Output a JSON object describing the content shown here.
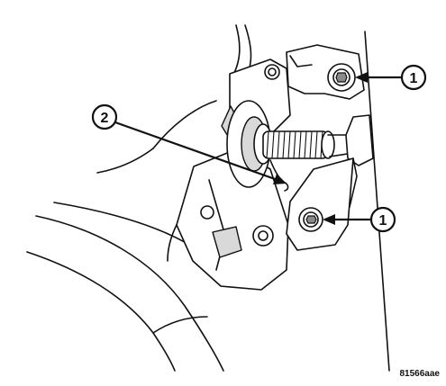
{
  "callouts": [
    {
      "label": "1",
      "target": "fastener-upper"
    },
    {
      "label": "2",
      "target": "spring-hook"
    },
    {
      "label": "1",
      "target": "fastener-lower"
    }
  ],
  "figure_id": "81566aae"
}
